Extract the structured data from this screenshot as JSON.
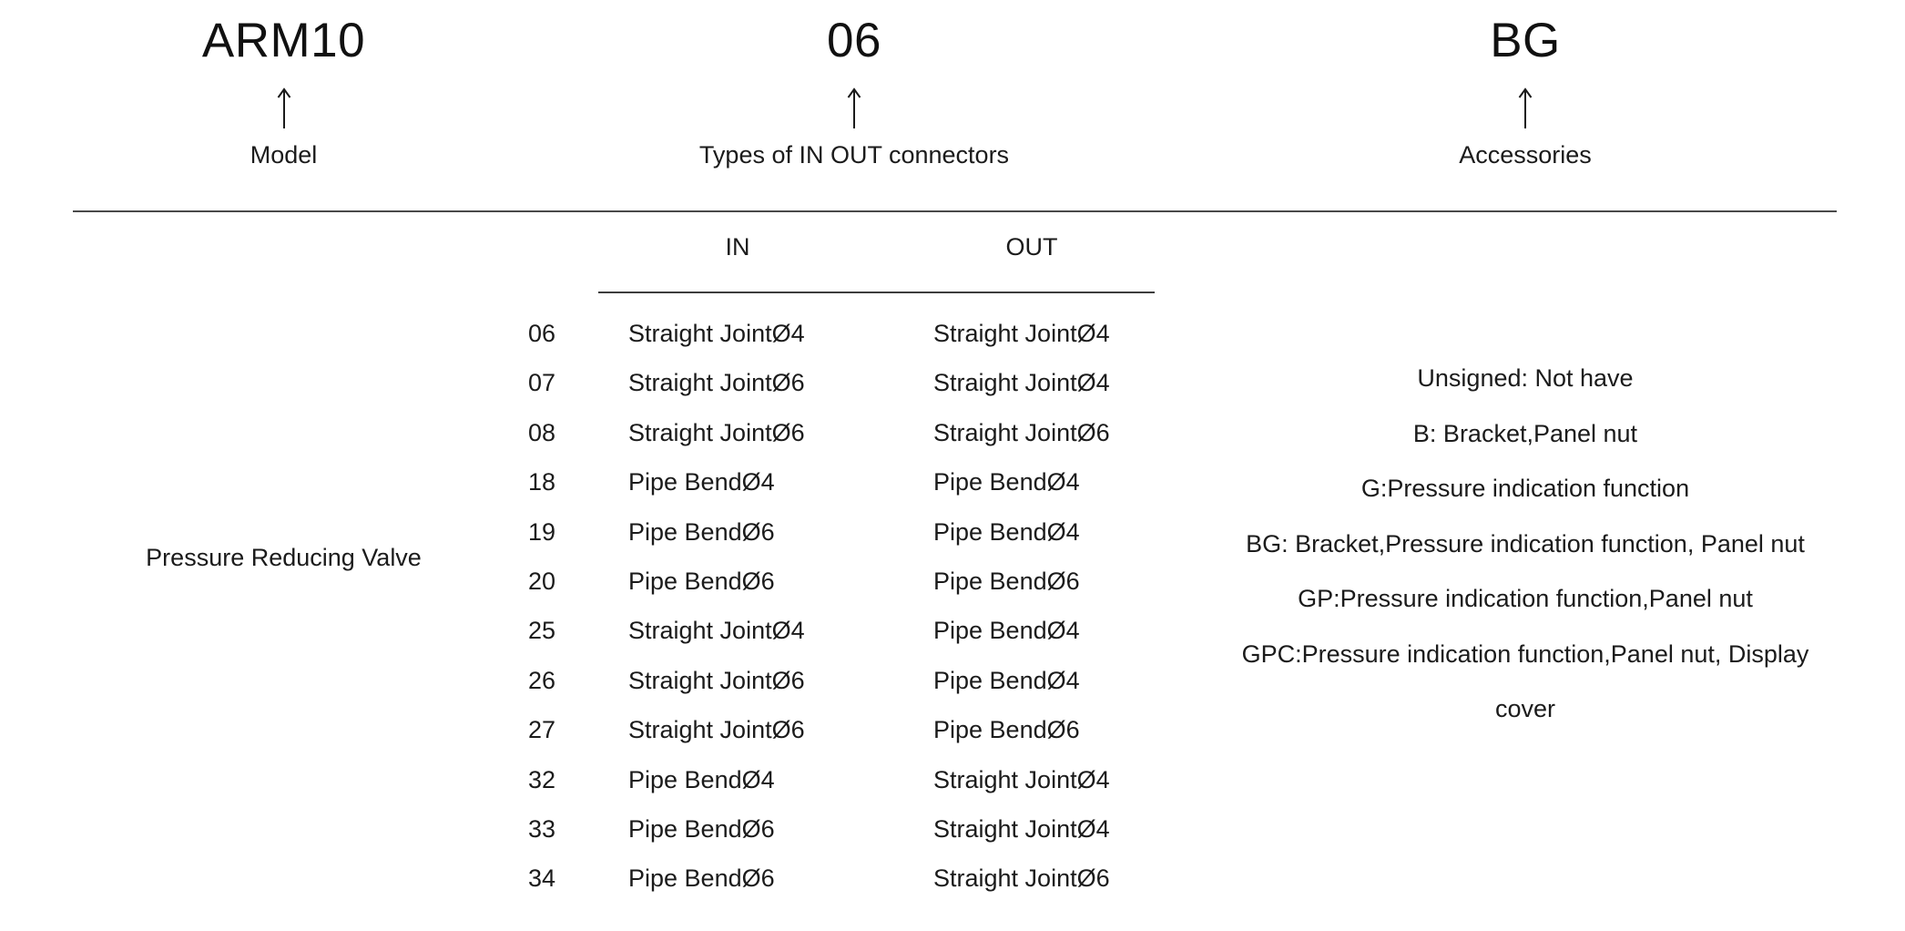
{
  "code_breakdown": {
    "columns": [
      {
        "code": "ARM10",
        "label": "Model",
        "arrow": "up-arrow-icon"
      },
      {
        "code": "06",
        "label": "Types of IN OUT connectors",
        "arrow": "up-arrow-icon"
      },
      {
        "code": "BG",
        "label": "Accessories",
        "arrow": "up-arrow-icon"
      }
    ]
  },
  "model_column": {
    "description": "Pressure Reducing Valve"
  },
  "connector_table": {
    "headers": {
      "code": "",
      "in": "IN",
      "out": "OUT"
    },
    "rows": [
      {
        "code": "06",
        "in": "Straight JointØ4",
        "out": "Straight JointØ4"
      },
      {
        "code": "07",
        "in": "Straight JointØ6",
        "out": "Straight JointØ4"
      },
      {
        "code": "08",
        "in": "Straight JointØ6",
        "out": "Straight JointØ6"
      },
      {
        "code": "18",
        "in": "Pipe BendØ4",
        "out": "Pipe BendØ4"
      },
      {
        "code": "19",
        "in": "Pipe BendØ6",
        "out": "Pipe BendØ4"
      },
      {
        "code": "20",
        "in": "Pipe BendØ6",
        "out": "Pipe BendØ6"
      },
      {
        "code": "25",
        "in": "Straight JointØ4",
        "out": "Pipe BendØ4"
      },
      {
        "code": "26",
        "in": "Straight JointØ6",
        "out": "Pipe BendØ4"
      },
      {
        "code": "27",
        "in": "Straight JointØ6",
        "out": "Pipe BendØ6"
      },
      {
        "code": "32",
        "in": "Pipe BendØ4",
        "out": "Straight JointØ4"
      },
      {
        "code": "33",
        "in": "Pipe BendØ6",
        "out": "Straight JointØ4"
      },
      {
        "code": "34",
        "in": "Pipe BendØ6",
        "out": "Straight JointØ6"
      }
    ]
  },
  "accessories": {
    "options": [
      "Unsigned: Not have",
      "B: Bracket,Panel nut",
      "G:Pressure indication function",
      "BG: Bracket,Pressure indication function, Panel nut",
      "GP:Pressure indication function,Panel nut",
      "GPC:Pressure indication function,Panel nut, Display cover"
    ]
  },
  "colors": {
    "background": "#ffffff",
    "text": "#1b1b1b",
    "rule": "#4a4a4a"
  }
}
